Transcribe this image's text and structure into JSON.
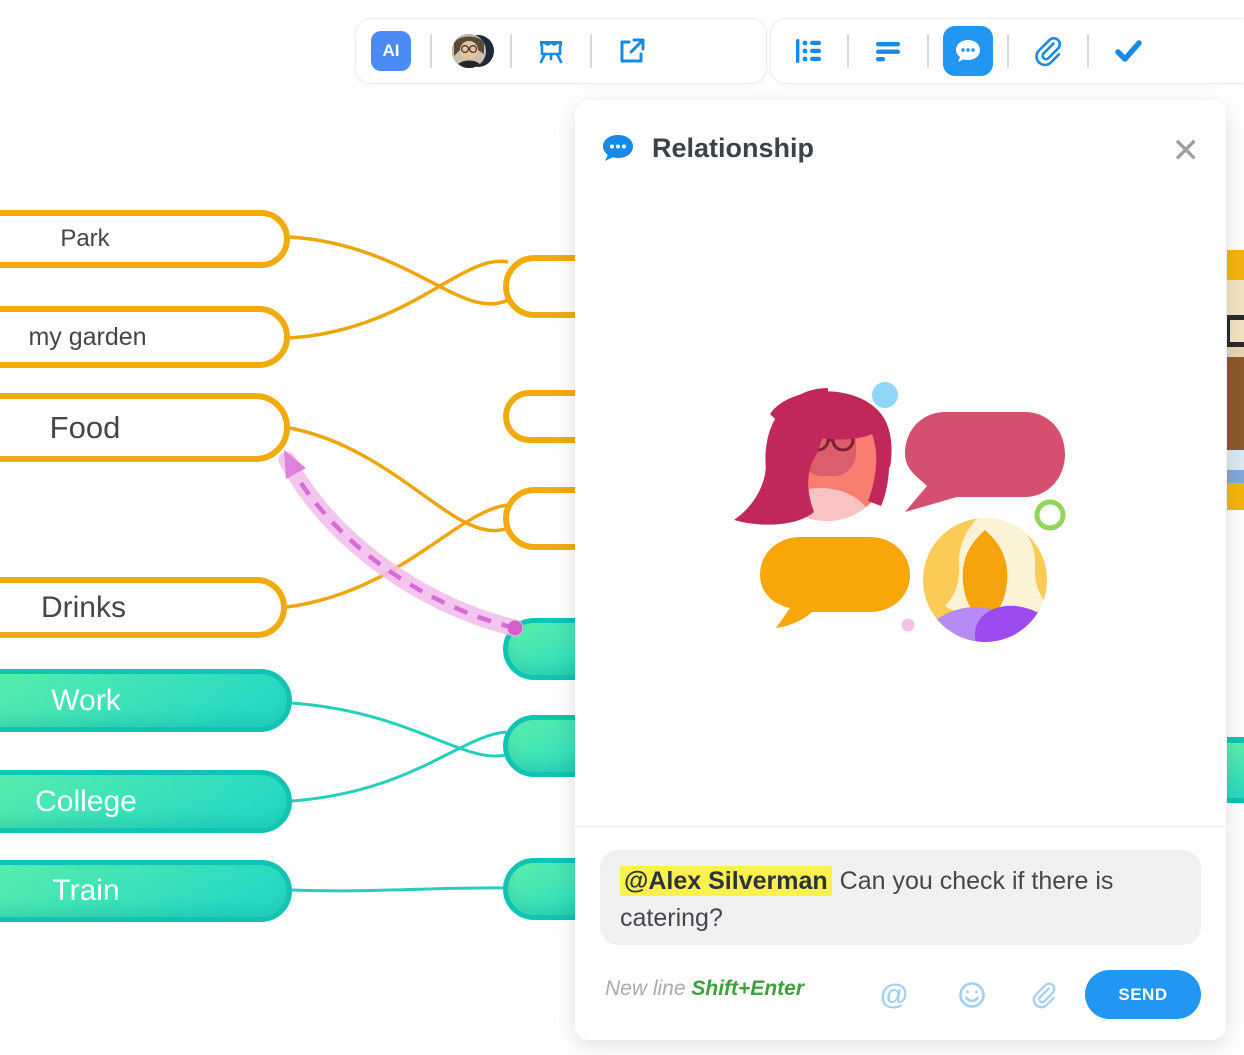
{
  "toolbar_left": {
    "ai_label": "AI",
    "icons": [
      "ai-button",
      "user-avatar",
      "presentation-icon",
      "share-icon"
    ]
  },
  "toolbar_right": {
    "icons": [
      "outline-icon",
      "align-icon",
      "comments-icon",
      "attachment-icon",
      "tasks-check-icon"
    ],
    "active_icon": "comments-icon"
  },
  "panel": {
    "title": "Relationship",
    "close_glyph": "✕",
    "comment_input": {
      "mention": "@Alex Silverman",
      "text": "Can you check if there is catering?"
    },
    "hint_prefix": "New line",
    "hint_shortcut": "Shift+Enter",
    "send_label": "SEND",
    "action_icons": [
      "mention-at-icon",
      "emoji-icon",
      "attach-file-icon"
    ]
  },
  "map": {
    "nodes": [
      {
        "label": "Park",
        "style": "yellow"
      },
      {
        "label": "my garden",
        "style": "yellow"
      },
      {
        "label": "Food",
        "style": "yellow"
      },
      {
        "label": "Drinks",
        "style": "yellow"
      },
      {
        "label": "Work",
        "style": "teal"
      },
      {
        "label": "College",
        "style": "teal"
      },
      {
        "label": "Train",
        "style": "teal"
      }
    ]
  },
  "colors": {
    "accent_blue": "#2196F3",
    "icon_blue": "#1789E6",
    "node_yellow_border": "#F2AB0C",
    "node_teal_border": "#10C3B2",
    "node_teal_fill_top": "#5BEFA9",
    "node_teal_fill_bottom": "#27D9C3",
    "relation_pink_band": "#F2BCEA",
    "relation_pink_dash": "#D76BD7",
    "mention_highlight": "#FAF150",
    "shortcut_green": "#3FA03C"
  }
}
